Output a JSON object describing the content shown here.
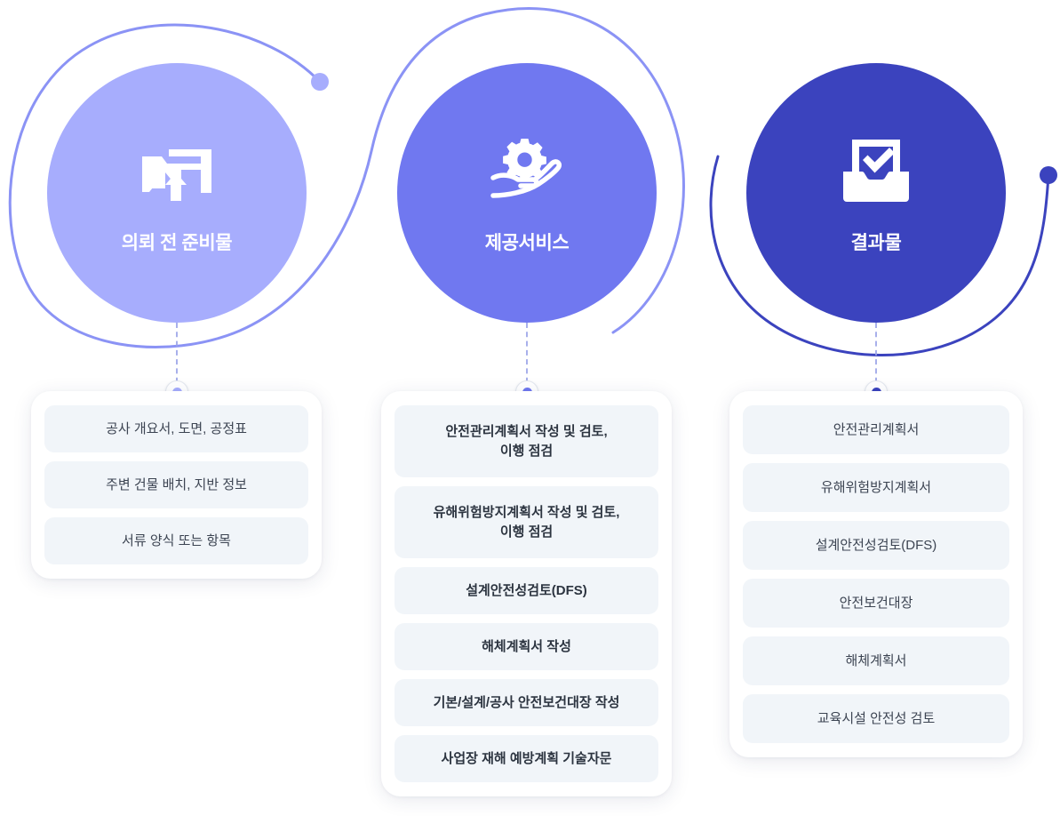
{
  "accent_colors": {
    "circle_1": "#a7adfd",
    "circle_2": "#7078f0",
    "circle_3": "#3b43be",
    "pill_background": "#f1f5f9",
    "card_background": "#ffffff",
    "connector": "#9aa3e8",
    "page_background": "#ffffff"
  },
  "steps": [
    {
      "id": "step-1",
      "label": "의뢰 전 준비물",
      "icon": "folder-upload-icon",
      "color": "#a7adfd",
      "items": [
        "공사 개요서, 도면, 공정표",
        "주변 건물 배치, 지반 정보",
        "서류 양식 또는 항목"
      ]
    },
    {
      "id": "step-2",
      "label": "제공서비스",
      "icon": "gear-in-hand-icon",
      "color": "#7078f0",
      "items": [
        "안전관리계획서 작성 및 검토,\n이행 점검",
        "유해위험방지계획서 작성 및 검토,\n이행 점검",
        "설계안전성검토(DFS)",
        "해체계획서 작성",
        "기본/설계/공사 안전보건대장 작성",
        "사업장 재해 예방계획 기술자문"
      ]
    },
    {
      "id": "step-3",
      "label": "결과물",
      "icon": "inbox-check-icon",
      "color": "#3b43be",
      "items": [
        "안전관리계획서",
        "유해위험방지계획서",
        "설계안전성검토(DFS)",
        "안전보건대장",
        "해체계획서",
        "교육시설 안전성 검토"
      ]
    }
  ]
}
